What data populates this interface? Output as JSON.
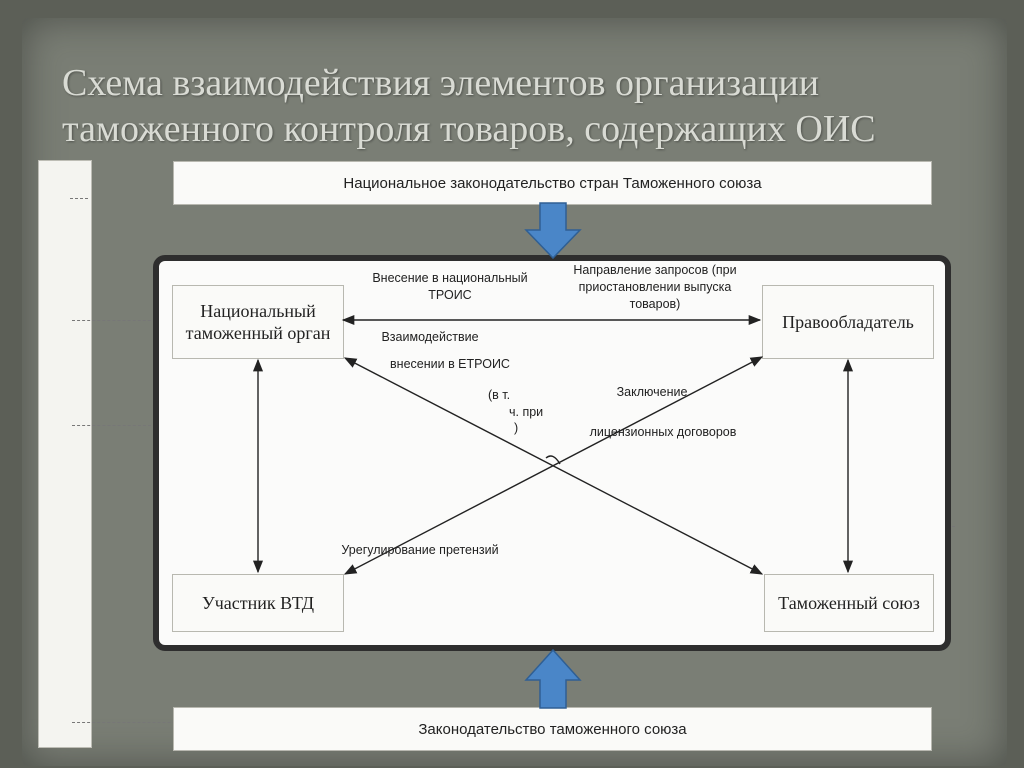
{
  "title": "Схема взаимодействия элементов организации таможенного контроля товаров, содержащих ОИС",
  "nodes": {
    "national_law": "Национальное законодательство стран Таможенного союза",
    "customs_body": "Национальный таможенный орган",
    "right_holder": "Правообладатель",
    "participant": "Участник ВТД",
    "customs_union": "Таможенный союз",
    "union_law": "Законодательство таможенного союза"
  },
  "edge_labels": {
    "troic": "Внесение в национальный ТРОИС",
    "requests": "Направление запросов (при приостановлении выпуска товаров)",
    "interaction": "Взаимодействие",
    "etroic": "внесении в ЕТРОИС",
    "partial_1": "(в т.",
    "partial_2": "ч. при",
    "partial_3": ")",
    "licensing_1": "Заключение",
    "licensing_2": "лицензионных договоров",
    "claims": "Урегулирование претензий"
  },
  "colors": {
    "arrow_fill": "#4a86c8",
    "arrow_stroke": "#2f5f94",
    "frame": "#2e2e2e",
    "background": "#7a7e75"
  }
}
